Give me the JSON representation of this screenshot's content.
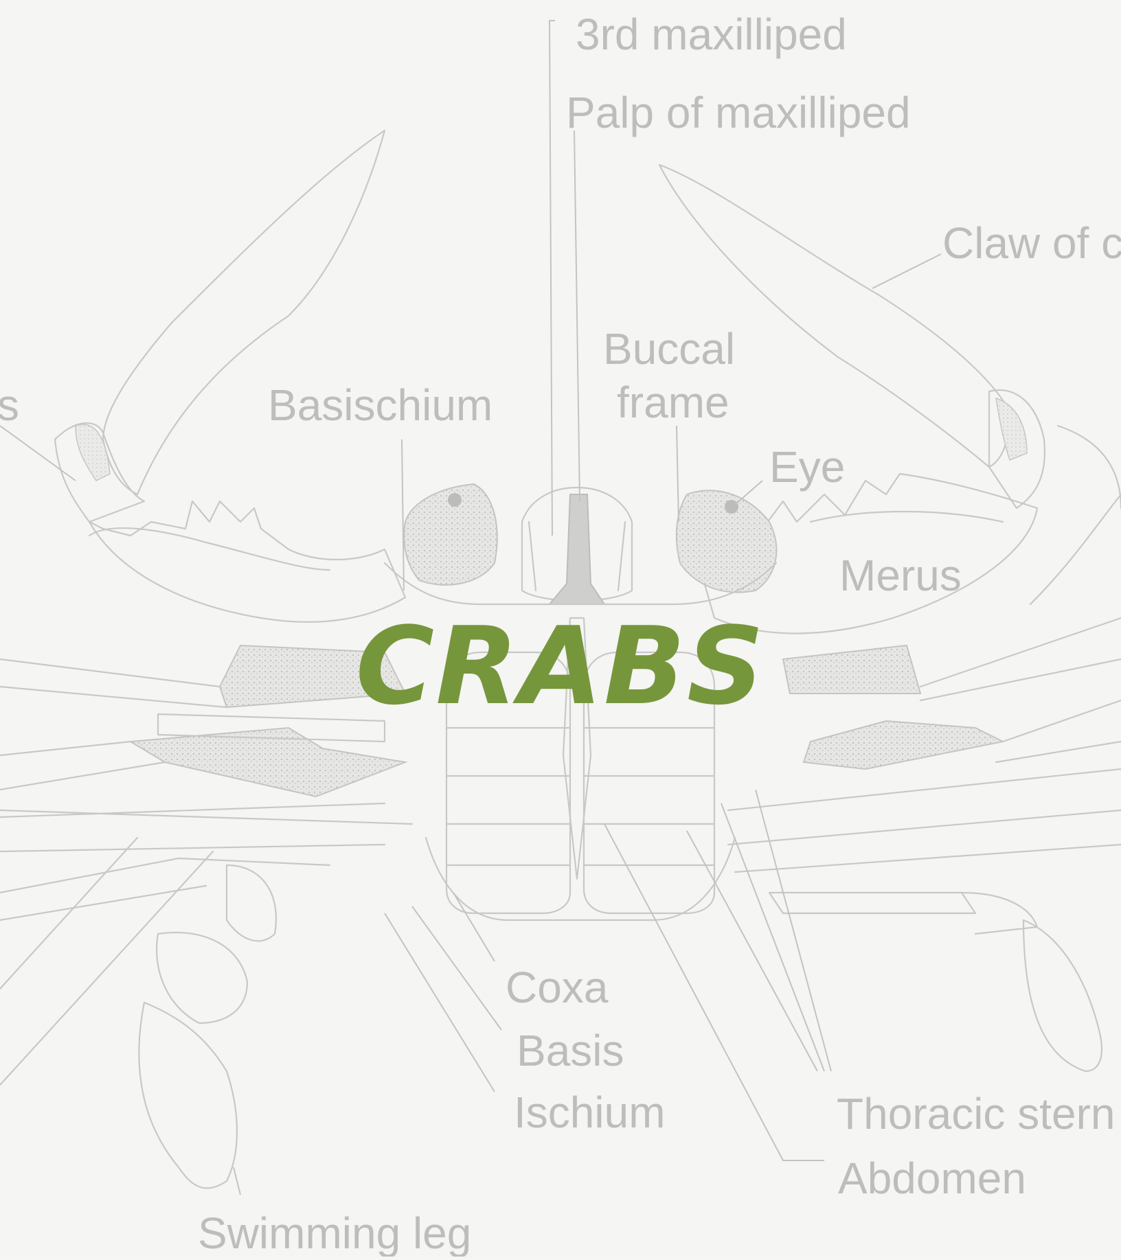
{
  "title": "CRABS",
  "colors": {
    "title": "#76963c",
    "background": "#f5f5f3",
    "drawing": "#c8c8c6",
    "labels": "#bdbdbb"
  },
  "labels": {
    "third_maxilliped": "3rd maxilliped",
    "palp_of_maxilliped": "Palp of maxilliped",
    "claw": "Claw of c",
    "buccal": "Buccal",
    "frame": "frame",
    "basischium": "Basischium",
    "left_partial": "s",
    "eye": "Eye",
    "merus": "Merus",
    "coxa": "Coxa",
    "basis": "Basis",
    "ischium": "Ischium",
    "thoracic_sternum": "Thoracic stern",
    "abdomen": "Abdomen",
    "swimming_leg": "Swimming leg"
  }
}
